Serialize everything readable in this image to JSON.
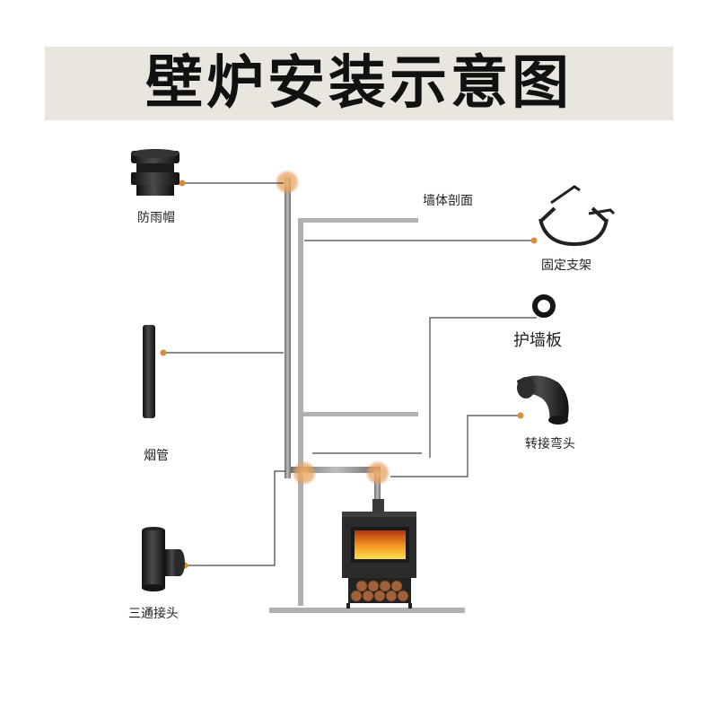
{
  "title": "壁炉安装示意图",
  "labels": {
    "rain_cap": "防雨帽",
    "wall_section": "墙体剖面",
    "fixed_bracket": "固定支架",
    "wall_plate": "护墙板",
    "elbow": "转接弯头",
    "chimney_pipe": "烟管",
    "tee_joint": "三通接头"
  },
  "colors": {
    "title_bg": "#e9e6e0",
    "wall": "#b0b0b0",
    "pipe": "#9a9a9a",
    "leader_line": "#444444",
    "connector_dot": "#d98c3a",
    "joint_glow": "#e6a75f",
    "stove_body": "#2b2b2b",
    "fire": "#f08a1c"
  },
  "icons": [
    "rain-cap-icon",
    "chimney-pipe-icon",
    "tee-joint-icon",
    "fixed-bracket-icon",
    "wall-plate-icon",
    "elbow-icon",
    "wood-stove-icon"
  ]
}
